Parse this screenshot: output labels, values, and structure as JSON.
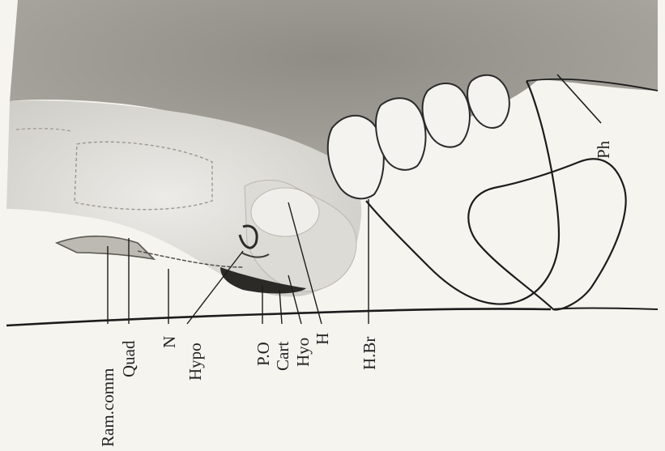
{
  "figure": {
    "labels": {
      "ram_comm": "Ram.comm",
      "quad": "Quad",
      "n": "N",
      "hypo": "Hypo",
      "po": "P.O",
      "cart": "Cart",
      "hyo": "Hyo",
      "h": "H",
      "hbr": "H.Br",
      "ph": "Ph"
    }
  }
}
